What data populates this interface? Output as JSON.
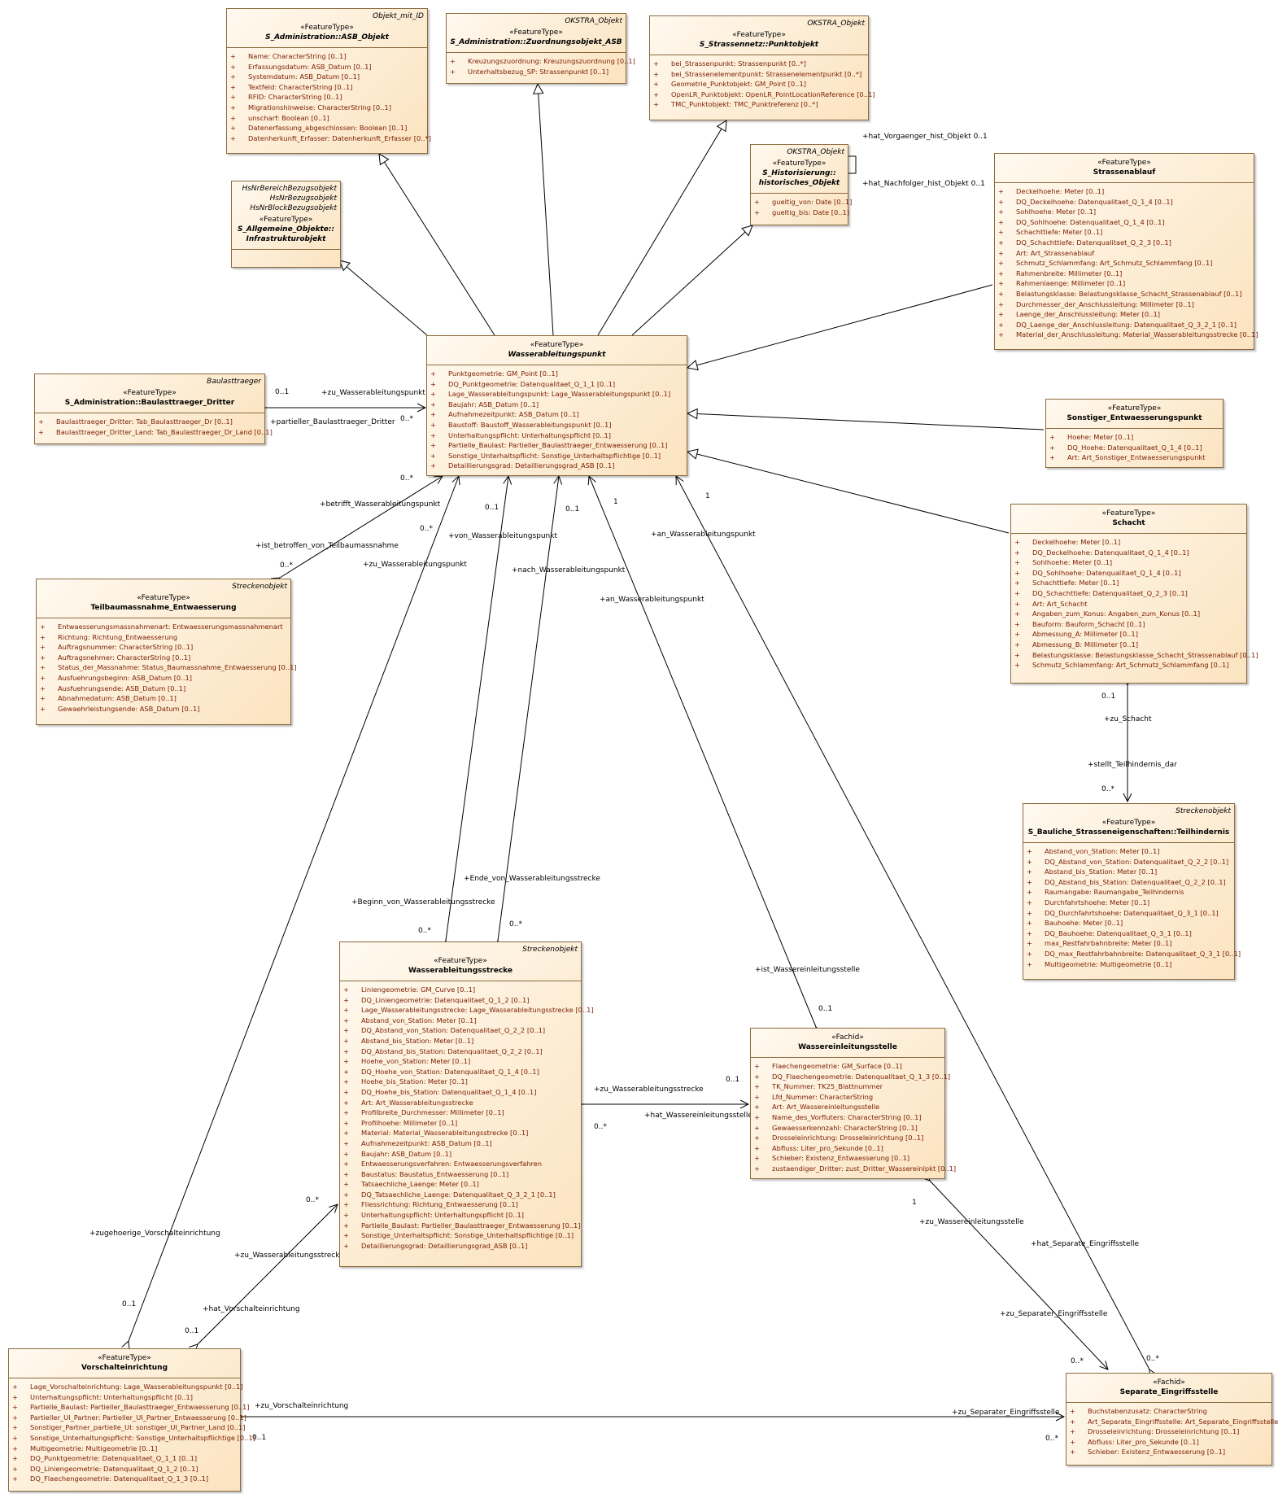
{
  "classes": {
    "asb_objekt": {
      "tags": [
        "Objekt_mit_ID"
      ],
      "stereotype": "«FeatureType»",
      "name": "S_Administration::ASB_Objekt",
      "attributes": [
        "Name: CharacterString [0..1]",
        "Erfassungsdatum: ASB_Datum [0..1]",
        "Systemdatum: ASB_Datum [0..1]",
        "Textfeld: CharacterString [0..1]",
        "RFID: CharacterString [0..1]",
        "Migrationshinweise: CharacterString [0..1]",
        "unscharf: Boolean [0..1]",
        "Datenerfassung_abgeschlossen: Boolean [0..1]",
        "Datenherkunft_Erfasser: Datenherkunft_Erfasser [0..*]"
      ]
    },
    "zuordnungsobjekt": {
      "tags": [
        "OKSTRA_Objekt"
      ],
      "stereotype": "«FeatureType»",
      "name": "S_Administration::Zuordnungsobjekt_ASB",
      "attributes": [
        "Kreuzungszuordnung: Kreuzungszuordnung [0..1]",
        "Unterhaltsbezug_SP: Strassenpunkt [0..1]"
      ]
    },
    "punktobjekt": {
      "tags": [
        "OKSTRA_Objekt"
      ],
      "stereotype": "«FeatureType»",
      "name": "S_Strassennetz::Punktobjekt",
      "attributes": [
        "bei_Strassenpunkt: Strassenpunkt [0..*]",
        "bei_Strassenelementpunkt: Strassenelementpunkt [0..*]",
        "Geometrie_Punktobjekt: GM_Point [0..1]",
        "OpenLR_Punktobjekt: OpenLR_PointLocationReference [0..1]",
        "TMC_Punktobjekt: TMC_Punktreferenz [0..*]"
      ]
    },
    "infrastrukturobjekt": {
      "tags": [
        "HsNrBereichBezugsobjekt",
        "HsNrBezugsobjekt",
        "HsNrBlockBezugsobjekt"
      ],
      "stereotype": "«FeatureType»",
      "name": "S_Allgemeine_Objekte::\nInfrastrukturobjekt",
      "attributes": []
    },
    "historisches_objekt": {
      "tags": [
        "OKSTRA_Objekt"
      ],
      "stereotype": "«FeatureType»",
      "name": "S_Historisierung::\nhistorisches_Objekt",
      "attributes": [
        "gueltig_von: Date [0..1]",
        "gueltig_bis: Date [0..1]"
      ]
    },
    "strassenablauf": {
      "tags": [],
      "stereotype": "«FeatureType»",
      "name": "Strassenablauf",
      "attributes": [
        "Deckelhoehe: Meter [0..1]",
        "DQ_Deckelhoehe: Datenqualitaet_Q_1_4 [0..1]",
        "Sohlhoehe: Meter [0..1]",
        "DQ_Sohlhoehe: Datenqualitaet_Q_1_4 [0..1]",
        "Schachttiefe: Meter [0..1]",
        "DQ_Schachttiefe: Datenqualitaet_Q_2_3 [0..1]",
        "Art: Art_Strassenablauf",
        "Schmutz_Schlammfang: Art_Schmutz_Schlammfang [0..1]",
        "Rahmenbreite: Millimeter [0..1]",
        "Rahmenlaenge: Millimeter [0..1]",
        "Belastungsklasse: Belastungsklasse_Schacht_Strassenablauf [0..1]",
        "Durchmesser_der_Anschlussleitung: Millimeter [0..1]",
        "Laenge_der_Anschlussleitung: Meter [0..1]",
        "DQ_Laenge_der_Anschlussleitung: Datenqualitaet_Q_3_2_1 [0..1]",
        "Material_der_Anschlussleitung: Material_Wasserableitungsstrecke [0..1]"
      ]
    },
    "wasserableitungspunkt": {
      "tags": [],
      "stereotype": "«FeatureType»",
      "name": "Wasserableitungspunkt",
      "attributes": [
        "Punktgeometrie: GM_Point [0..1]",
        "DQ_Punktgeometrie: Datenqualitaet_Q_1_1 [0..1]",
        "Lage_Wasserableitungspunkt: Lage_Wasserableitungspunkt [0..1]",
        "Baujahr: ASB_Datum [0..1]",
        "Aufnahmezeitpunkt: ASB_Datum [0..1]",
        "Baustoff: Baustoff_Wasserableitungspunkt [0..1]",
        "Unterhaltungspflicht: Unterhaltungspflicht [0..1]",
        "Partielle_Baulast: Partieller_Baulasttraeger_Entwaesserung [0..1]",
        "Sonstige_Unterhaltspflicht: Sonstige_Unterhaltspflichtige [0..1]",
        "Detaillierungsgrad: Detaillierungsgrad_ASB [0..1]"
      ]
    },
    "baulasttraeger": {
      "tags": [
        "Baulasttraeger"
      ],
      "stereotype": "«FeatureType»",
      "name": "S_Administration::Baulasttraeger_Dritter",
      "attributes": [
        "Baulasttraeger_Dritter: Tab_Baulasttraeger_Dr [0..1]",
        "Baulasttraeger_Dritter_Land: Tab_Baulasttraeger_Dr_Land [0..1]"
      ]
    },
    "sonstiger": {
      "tags": [],
      "stereotype": "«FeatureType»",
      "name": "Sonstiger_Entwaesserungspunkt",
      "attributes": [
        "Hoehe: Meter [0..1]",
        "DQ_Hoehe: Datenqualitaet_Q_1_4 [0..1]",
        "Art: Art_Sonstiger_Entwaesserungspunkt"
      ]
    },
    "schacht": {
      "tags": [],
      "stereotype": "«FeatureType»",
      "name": "Schacht",
      "attributes": [
        "Deckelhoehe: Meter [0..1]",
        "DQ_Deckelhoehe: Datenqualitaet_Q_1_4 [0..1]",
        "Sohlhoehe: Meter [0..1]",
        "DQ_Sohlhoehe: Datenqualitaet_Q_1_4 [0..1]",
        "Schachttiefe: Meter [0..1]",
        "DQ_Schachttiefe: Datenqualitaet_Q_2_3 [0..1]",
        "Art: Art_Schacht",
        "Angaben_zum_Konus: Angaben_zum_Konus [0..1]",
        "Bauform: Bauform_Schacht [0..1]",
        "Abmessung_A: Millimeter [0..1]",
        "Abmessung_B: Millimeter [0..1]",
        "Belastungsklasse: Belastungsklasse_Schacht_Strassenablauf [0..1]",
        "Schmutz_Schlammfang: Art_Schmutz_Schlammfang [0..1]"
      ]
    },
    "teilbaumassnahme": {
      "tags": [
        "Streckenobjekt"
      ],
      "stereotype": "«FeatureType»",
      "name": "Teilbaumassnahme_Entwaesserung",
      "attributes": [
        "Entwaesserungsmassnahmenart: Entwaesserungsmassnahmenart",
        "Richtung: Richtung_Entwaesserung",
        "Auftragsnummer: CharacterString [0..1]",
        "Auftragsnehmer: CharacterString [0..1]",
        "Status_der_Massnahme: Status_Baumassnahme_Entwaesserung [0..1]",
        "Ausfuehrungsbeginn: ASB_Datum [0..1]",
        "Ausfuehrungsende: ASB_Datum [0..1]",
        "Abnahmedatum: ASB_Datum [0..1]",
        "Gewaehrleistungsende: ASB_Datum [0..1]"
      ]
    },
    "teilhindernis": {
      "tags": [
        "Streckenobjekt"
      ],
      "stereotype": "«FeatureType»",
      "name": "S_Bauliche_Strasseneigenschaften::Teilhindernis",
      "attributes": [
        "Abstand_von_Station: Meter [0..1]",
        "DQ_Abstand_von_Station: Datenqualitaet_Q_2_2 [0..1]",
        "Abstand_bis_Station: Meter [0..1]",
        "DQ_Abstand_bis_Station: Datenqualitaet_Q_2_2 [0..1]",
        "Raumangabe: Raumangabe_Teilhindernis",
        "Durchfahrtshoehe: Meter [0..1]",
        "DQ_Durchfahrtshoehe: Datenqualitaet_Q_3_1 [0..1]",
        "Bauhoehe: Meter [0..1]",
        "DQ_Bauhoehe: Datenqualitaet_Q_3_1 [0..1]",
        "max_Restfahrbahnbreite: Meter [0..1]",
        "DQ_max_Restfahrbahnbreite: Datenqualitaet_Q_3_1 [0..1]",
        "Multigeometrie: Multigeometrie [0..1]"
      ]
    },
    "wasserableitungsstrecke": {
      "tags": [
        "Streckenobjekt"
      ],
      "stereotype": "«FeatureType»",
      "name": "Wasserableitungsstrecke",
      "attributes": [
        "Liniengeometrie: GM_Curve [0..1]",
        "DQ_Liniengeometrie: Datenqualitaet_Q_1_2 [0..1]",
        "Lage_Wasserableitungsstrecke: Lage_Wasserableitungsstrecke [0..1]",
        "Abstand_von_Station: Meter [0..1]",
        "DQ_Abstand_von_Station: Datenqualitaet_Q_2_2 [0..1]",
        "Abstand_bis_Station: Meter [0..1]",
        "DQ_Abstand_bis_Station: Datenqualitaet_Q_2_2 [0..1]",
        "Hoehe_von_Station: Meter [0..1]",
        "DQ_Hoehe_von_Station: Datenqualitaet_Q_1_4 [0..1]",
        "Hoehe_bis_Station: Meter [0..1]",
        "DQ_Hoehe_bis_Station: Datenqualitaet_Q_1_4 [0..1]",
        "Art: Art_Wasserableitungsstrecke",
        "Profilbreite_Durchmesser: Millimeter [0..1]",
        "Profilhoehe: Millimeter [0..1]",
        "Material: Material_Wasserableitungsstrecke [0..1]",
        "Aufnahmezeitpunkt: ASB_Datum [0..1]",
        "Baujahr: ASB_Datum [0..1]",
        "Entwaesserungsverfahren: Entwaesserungsverfahren",
        "Baustatus: Baustatus_Entwaesserung [0..1]",
        "Tatsaechliche_Laenge: Meter [0..1]",
        "DQ_Tatsaechliche_Laenge: Datenqualitaet_Q_3_2_1 [0..1]",
        "Fliessrichtung: Richtung_Entwaesserung [0..1]",
        "Unterhaltungspflicht: Unterhaltungspflicht [0..1]",
        "Partielle_Baulast: Partieller_Baulasttraeger_Entwaesserung [0..1]",
        "Sonstige_Unterhaltspflicht: Sonstige_Unterhaltspflichtige [0..1]",
        "Detaillierungsgrad: Detaillierungsgrad_ASB [0..1]"
      ]
    },
    "wassereinleitungsstelle": {
      "tags": [],
      "stereotype": "«Fachid»",
      "name": "Wassereinleitungsstelle",
      "attributes": [
        "Flaechengeometrie: GM_Surface [0..1]",
        "DQ_Flaechengeometrie: Datenqualitaet_Q_1_3 [0..1]",
        "TK_Nummer: TK25_Blattnummer",
        "Lfd_Nummer: CharacterString",
        "Art: Art_Wassereinleitungsstelle",
        "Name_des_Vorfluters: CharacterString [0..1]",
        "Gewaesserkennzahl: CharacterString [0..1]",
        "Drosseleinrichtung: Drosseleinrichtung [0..1]",
        "Abfluss: Liter_pro_Sekunde [0..1]",
        "Schieber: Existenz_Entwaesserung [0..1]",
        "zustaendiger_Dritter: zust_Dritter_Wassereinlpkt [0..1]"
      ]
    },
    "vorschalteinrichtung": {
      "tags": [],
      "stereotype": "«FeatureType»",
      "name": "Vorschalteinrichtung",
      "attributes": [
        "Lage_Vorschalteinrichtung: Lage_Wasserableitungspunkt [0..1]",
        "Unterhaltungspflicht: Unterhaltungspflicht [0..1]",
        "Partielle_Baulast: Partieller_Baulasttraeger_Entwaesserung [0..1]",
        "Partieller_UI_Partner: Partieller_UI_Partner_Entwaesserung [0..1]",
        "Sonstiger_Partner_partielle_UI: sonstiger_UI_Partner_Land [0..1]",
        "Sonstige_Unterhaltungspflicht: Sonstige_Unterhaltspflichtige [0..1]",
        "Multigeometrie: Multigeometrie [0..1]",
        "DQ_Punktgeometrie: Datenqualitaet_Q_1_1 [0..1]",
        "DQ_Liniengeometrie: Datenqualitaet_Q_1_2 [0..1]",
        "DQ_Flaechengeometrie: Datenqualitaet_Q_1_3 [0..1]"
      ]
    },
    "separate_eingriffsstelle": {
      "tags": [],
      "stereotype": "«Fachid»",
      "name": "Separate_Eingriffsstelle",
      "attributes": [
        "Buchstabenzusatz: CharacterString",
        "Art_Separate_Eingriffsstelle: Art_Separate_Eingriffsstelle",
        "Drosseleinrichtung: Drosseleinrichtung [0..1]",
        "Abfluss: Liter_pro_Sekunde [0..1]",
        "Schieber: Existenz_Entwaesserung [0..1]"
      ]
    }
  },
  "labels": {
    "hat_vorgaenger": "+hat_Vorgaenger_hist_Objekt 0..1",
    "hat_nachfolger": "+hat_Nachfolger_hist_Objekt 0..1",
    "zu_wap_bl": "+zu_Wasserableitungspunkt",
    "partieller_bl": "+partieller_Baulasttraeger_Dritter",
    "m_bl_01": "0..1",
    "m_bl_0n": "0..*",
    "betrifft": "+betrifft_Wasserableitungspunkt",
    "m_betrifft": "0..*",
    "ist_betroffen": "+ist_betroffen_von_Teilbaumassnahme",
    "m_ist_betroffen": "0..*",
    "m_zu_wap_v": "0..*",
    "zu_wap_v": "+zu_Wasserableitungspunkt",
    "m_von_01": "0..1",
    "von_wap": "+von_Wasserableitungspunkt",
    "m_nach_01": "0..1",
    "nach_wap": "+nach_Wasserableitungspunkt",
    "m_an_1": "1",
    "an_wap_1": "+an_Wasserableitungspunkt",
    "m_an_1b": "1",
    "an_wap_2": "+an_Wasserableitungspunkt",
    "zu_schacht_m": "0..1",
    "zu_schacht": "+zu_Schacht",
    "stellt_th": "+stellt_Teilhindernis_dar",
    "stellt_th_m": "0..*",
    "ende": "+Ende_von_Wasserableitungsstrecke",
    "beginn": "+Beginn_von_Wasserableitungsstrecke",
    "m_beginn": "0..*",
    "m_ende": "0..*",
    "ist_wes": "+ist_Wassereinleitungsstelle",
    "m_ist_wes": "0..1",
    "zu_was": "+zu_Wasserableitungsstrecke",
    "m_zu_was_01": "0..1",
    "hat_wes": "+hat_Wassereinleitungsstelle",
    "m_hat_wes": "0..*",
    "m_vs_0n": "0..*",
    "zugehoerige_vs": "+zugehoerige_Vorschalteinrichtung",
    "zu_was_vs": "+zu_Wasserableitungsstrecke",
    "m_vs_01a": "0..1",
    "hat_vs": "+hat_Vorschalteinrichtung",
    "m_vs_01b": "0..1",
    "m_wes_1": "1",
    "zu_wes": "+zu_Wassereinleitungsstelle",
    "hat_sep": "+hat_Separate_Eingriffsstelle",
    "zu_sep": "+zu_Separater_Eingriffsstelle",
    "m_sep_a": "0..*",
    "m_sep_b": "0..*",
    "zu_vs": "+zu_Vorschalteinrichtung",
    "m_zu_vs": "0..1",
    "zu_sep2": "+zu_Separater_Eingriffsstelle",
    "m_sep_c": "0..*"
  }
}
